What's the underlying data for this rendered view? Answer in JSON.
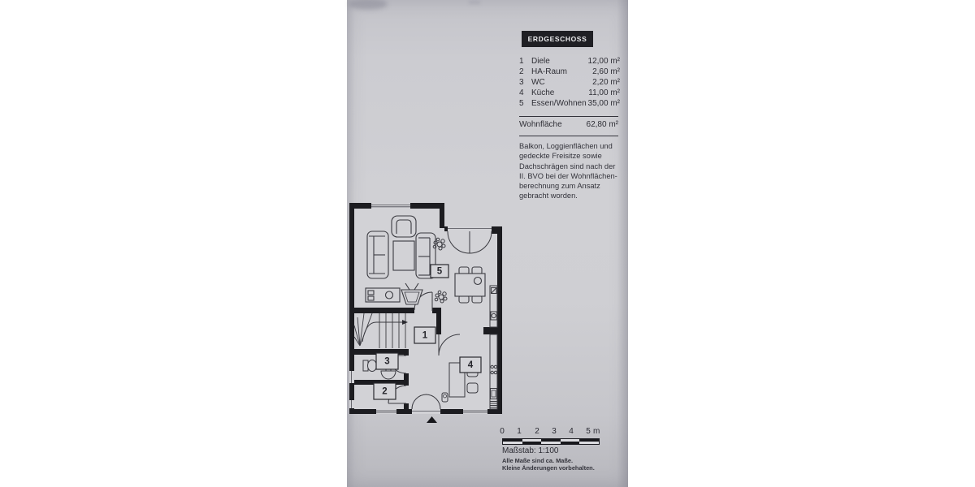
{
  "header": {
    "title": "ERDGESCHOSS"
  },
  "legend": {
    "rows": [
      {
        "num": "1",
        "name": "Diele",
        "area": "12,00 m²"
      },
      {
        "num": "2",
        "name": "HA-Raum",
        "area": "2,60 m²"
      },
      {
        "num": "3",
        "name": "WC",
        "area": "2,20 m²"
      },
      {
        "num": "4",
        "name": "Küche",
        "area": "11,00 m²"
      },
      {
        "num": "5",
        "name": "Essen/Wohnen",
        "area": "35,00 m²"
      }
    ],
    "total": {
      "label": "Wohnfläche",
      "area": "62,80 m²"
    }
  },
  "note_lines": [
    "Balkon, Loggienflächen und",
    "gedeckte Freisitze sowie",
    "Dachschrägen sind nach der",
    "II. BVO bei der Wohnflächen-",
    "berechnung zum Ansatz",
    "gebracht worden."
  ],
  "plan": {
    "rooms": {
      "r1": "1",
      "r2": "2",
      "r3": "3",
      "r4": "4",
      "r5": "5"
    }
  },
  "scale": {
    "ticks": [
      "0",
      "1",
      "2",
      "3",
      "4",
      "5"
    ],
    "unit": "m",
    "label": "Maßstab: 1:100",
    "notes": [
      "Alle Maße sind ca. Maße.",
      "Kleine Änderungen vorbehalten."
    ]
  },
  "colors": {
    "wall": "#1c1c20",
    "line": "#3a3a40",
    "paper": "#d2d2d6",
    "header_bg": "#1f1f24"
  }
}
